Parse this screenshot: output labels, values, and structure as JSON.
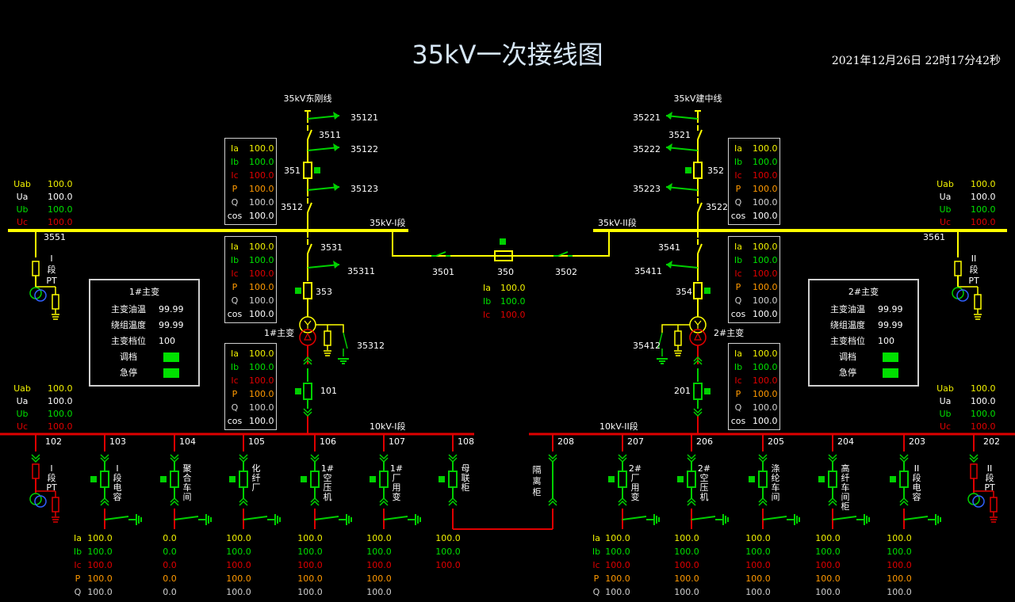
{
  "title": "35kV一次接线图",
  "datetime": "2021年12月26日  22时17分42秒",
  "colors": {
    "bus35": "#ffff00",
    "bus10": "#e00000",
    "closed": "#00d000",
    "fault": "#e00000",
    "text": "#ffffff"
  },
  "lines": {
    "left": {
      "name": "35kV东刚线",
      "switches": [
        "35121",
        "3511",
        "35122",
        "351",
        "35123",
        "3512"
      ]
    },
    "right": {
      "name": "35kV建中线",
      "switches": [
        "35221",
        "3521",
        "35222",
        "352",
        "35223",
        "3522"
      ]
    }
  },
  "bus35": {
    "seg1": "35kV-I段",
    "seg2": "35kV-II段"
  },
  "coupler35": {
    "sw_left": "3501",
    "breaker": "350",
    "sw_right": "3502",
    "meas": [
      {
        "l": "Ia",
        "v": "100.0"
      },
      {
        "l": "Ib",
        "v": "100.0"
      },
      {
        "l": "Ic",
        "v": "100.0"
      }
    ]
  },
  "pt35": {
    "left": {
      "sw": "3551",
      "name": [
        "I",
        "段",
        "PT"
      ]
    },
    "right": {
      "sw": "3561",
      "name": [
        "II",
        "段",
        "PT"
      ]
    }
  },
  "volt35": {
    "left": [
      {
        "l": "Uab",
        "v": "100.0"
      },
      {
        "l": "Ua",
        "v": "100.0"
      },
      {
        "l": "Ub",
        "v": "100.0"
      },
      {
        "l": "Uc",
        "v": "100.0"
      }
    ],
    "right": [
      {
        "l": "Uab",
        "v": "100.0"
      },
      {
        "l": "Ua",
        "v": "100.0"
      },
      {
        "l": "Ub",
        "v": "100.0"
      },
      {
        "l": "Uc",
        "v": "100.0"
      }
    ]
  },
  "volt10": {
    "left": [
      {
        "l": "Uab",
        "v": "100.0"
      },
      {
        "l": "Ua",
        "v": "100.0"
      },
      {
        "l": "Ub",
        "v": "100.0"
      },
      {
        "l": "Uc",
        "v": "100.0"
      }
    ],
    "right": [
      {
        "l": "Uab",
        "v": "100.0"
      },
      {
        "l": "Ua",
        "v": "100.0"
      },
      {
        "l": "Ub",
        "v": "100.0"
      },
      {
        "l": "Uc",
        "v": "100.0"
      }
    ]
  },
  "meas_boxes": {
    "l351": [
      {
        "l": "Ia",
        "v": "100.0"
      },
      {
        "l": "Ib",
        "v": "100.0"
      },
      {
        "l": "Ic",
        "v": "100.0"
      },
      {
        "l": "P",
        "v": "100.0"
      },
      {
        "l": "Q",
        "v": "100.0"
      },
      {
        "l": "cos",
        "v": "100.0"
      }
    ],
    "l353": [
      {
        "l": "Ia",
        "v": "100.0"
      },
      {
        "l": "Ib",
        "v": "100.0"
      },
      {
        "l": "Ic",
        "v": "100.0"
      },
      {
        "l": "P",
        "v": "100.0"
      },
      {
        "l": "Q",
        "v": "100.0"
      },
      {
        "l": "cos",
        "v": "100.0"
      }
    ],
    "l101": [
      {
        "l": "Ia",
        "v": "100.0"
      },
      {
        "l": "Ib",
        "v": "100.0"
      },
      {
        "l": "Ic",
        "v": "100.0"
      },
      {
        "l": "P",
        "v": "100.0"
      },
      {
        "l": "Q",
        "v": "100.0"
      },
      {
        "l": "cos",
        "v": "100.0"
      }
    ],
    "r352": [
      {
        "l": "Ia",
        "v": "100.0"
      },
      {
        "l": "Ib",
        "v": "100.0"
      },
      {
        "l": "Ic",
        "v": "100.0"
      },
      {
        "l": "P",
        "v": "100.0"
      },
      {
        "l": "Q",
        "v": "100.0"
      },
      {
        "l": "cos",
        "v": "100.0"
      }
    ],
    "r354": [
      {
        "l": "Ia",
        "v": "100.0"
      },
      {
        "l": "Ib",
        "v": "100.0"
      },
      {
        "l": "Ic",
        "v": "100.0"
      },
      {
        "l": "P",
        "v": "100.0"
      },
      {
        "l": "Q",
        "v": "100.0"
      },
      {
        "l": "cos",
        "v": "100.0"
      }
    ],
    "r201": [
      {
        "l": "Ia",
        "v": "100.0"
      },
      {
        "l": "Ib",
        "v": "100.0"
      },
      {
        "l": "Ic",
        "v": "100.0"
      },
      {
        "l": "P",
        "v": "100.0"
      },
      {
        "l": "Q",
        "v": "100.0"
      },
      {
        "l": "cos",
        "v": "100.0"
      }
    ]
  },
  "transformers": {
    "t1": {
      "name": "1#主变",
      "hv_sw": "3531",
      "gnd_sw": "35311",
      "breaker": "353",
      "neutral_sw": "35312",
      "lv_breaker": "101"
    },
    "t2": {
      "name": "2#主变",
      "hv_sw": "3541",
      "gnd_sw": "35411",
      "breaker": "354",
      "neutral_sw": "35412",
      "lv_breaker": "201"
    }
  },
  "tx_status": {
    "t1": {
      "title": "1#主变",
      "rows": [
        {
          "l": "主变油温",
          "v": "99.99"
        },
        {
          "l": "绕组温度",
          "v": "99.99"
        },
        {
          "l": "主变档位",
          "v": "100"
        },
        {
          "l": "调档"
        },
        {
          "l": "急停"
        }
      ]
    },
    "t2": {
      "title": "2#主变",
      "rows": [
        {
          "l": "主变油温",
          "v": "99.99"
        },
        {
          "l": "绕组温度",
          "v": "99.99"
        },
        {
          "l": "主变档位",
          "v": "100"
        },
        {
          "l": "调档"
        },
        {
          "l": "急停"
        }
      ]
    }
  },
  "bus10": {
    "seg1": "10kV-I段",
    "seg2": "10kV-II段"
  },
  "feeders": [
    {
      "id": "102",
      "name": [
        "I",
        "段",
        "PT"
      ],
      "kind": "pt"
    },
    {
      "id": "103",
      "name": [
        "I",
        "段",
        "电",
        "容"
      ],
      "kind": "feeder",
      "meas": [
        "100.0",
        "100.0",
        "100.0",
        "100.0",
        "100.0"
      ]
    },
    {
      "id": "104",
      "name": [
        "聚",
        "合",
        "车",
        "间"
      ],
      "kind": "feeder",
      "meas": [
        "0.0",
        "0.0",
        "0.0",
        "0.0",
        "0.0"
      ]
    },
    {
      "id": "105",
      "name": [
        "化",
        "纤",
        "厂"
      ],
      "kind": "feeder",
      "meas": [
        "100.0",
        "100.0",
        "100.0",
        "100.0",
        "100.0"
      ]
    },
    {
      "id": "106",
      "name": [
        "1#",
        "空",
        "压",
        "机"
      ],
      "kind": "feeder",
      "meas": [
        "100.0",
        "100.0",
        "100.0",
        "100.0",
        "100.0"
      ]
    },
    {
      "id": "107",
      "name": [
        "1#",
        "厂",
        "用",
        "变"
      ],
      "kind": "feeder",
      "meas": [
        "100.0",
        "100.0",
        "100.0",
        "100.0",
        "100.0"
      ]
    },
    {
      "id": "108",
      "name": [
        "母",
        "联",
        "柜"
      ],
      "kind": "tie",
      "meas": [
        "100.0",
        "100.0",
        "100.0"
      ]
    },
    {
      "id": "208",
      "name": [
        "隔",
        "离",
        "柜"
      ],
      "kind": "isolator"
    },
    {
      "id": "207",
      "name": [
        "2#",
        "厂",
        "用",
        "变"
      ],
      "kind": "feeder",
      "meas": [
        "100.0",
        "100.0",
        "100.0",
        "100.0",
        "100.0"
      ]
    },
    {
      "id": "206",
      "name": [
        "2#",
        "空",
        "压",
        "机"
      ],
      "kind": "feeder",
      "meas": [
        "100.0",
        "100.0",
        "100.0",
        "100.0",
        "100.0"
      ]
    },
    {
      "id": "205",
      "name": [
        "涤",
        "纶",
        "车",
        "间"
      ],
      "kind": "feeder",
      "meas": [
        "100.0",
        "100.0",
        "100.0",
        "100.0",
        "100.0"
      ]
    },
    {
      "id": "204",
      "name": [
        "高",
        "纤",
        "车",
        "间",
        "柜"
      ],
      "kind": "feeder",
      "meas": [
        "100.0",
        "100.0",
        "100.0",
        "100.0",
        "100.0"
      ]
    },
    {
      "id": "203",
      "name": [
        "II",
        "段",
        "电",
        "容"
      ],
      "kind": "feeder",
      "meas": [
        "100.0",
        "100.0",
        "100.0",
        "100.0",
        "100.0"
      ]
    },
    {
      "id": "202",
      "name": [
        "II",
        "段",
        "PT"
      ],
      "kind": "pt"
    }
  ],
  "feeder_labels": {
    "left": [
      "Ia",
      "Ib",
      "Ic",
      "P",
      "Q"
    ],
    "right": [
      "Ia",
      "Ib",
      "Ic",
      "P",
      "Q"
    ]
  }
}
